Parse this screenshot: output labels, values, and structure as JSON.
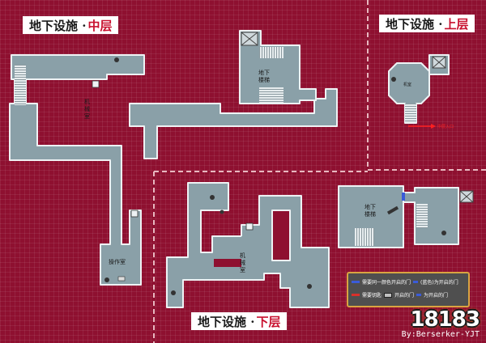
{
  "titles": {
    "middle": {
      "prefix": "地下设施 ·",
      "level": "中层"
    },
    "upper": {
      "prefix": "地下设施 ·",
      "level": "上层"
    },
    "lower": {
      "prefix": "地下设施 ·",
      "level": "下层"
    }
  },
  "rooms": {
    "stairs_mid": [
      "地下",
      "楼梯"
    ],
    "machine_mid": [
      "机",
      "械",
      "室"
    ],
    "control_mid": "操作室",
    "upper_room": "机室",
    "upper_arrow_note": "中层入口",
    "machine_low": [
      "机",
      "械",
      "室"
    ],
    "stairs_low": [
      "地下",
      "楼梯"
    ]
  },
  "legend": {
    "row1_a": "需要同一颜色开启的门",
    "row1_b": "(蓝色)为开启的门",
    "row2_a": "需要钥匙",
    "row2_b": "开启的门",
    "row2_c": "为开启的门",
    "colors": {
      "blue": "#3a5bd9",
      "red": "#d9302a",
      "key": "#bfbfbf"
    }
  },
  "watermark": {
    "logo": "18183",
    "credit": "By:Berserker-YJT"
  },
  "colors": {
    "background": "#8e1030",
    "floor": "#8aa0a8",
    "wall": "#eef2f4",
    "divider": "#e8b8c0"
  }
}
